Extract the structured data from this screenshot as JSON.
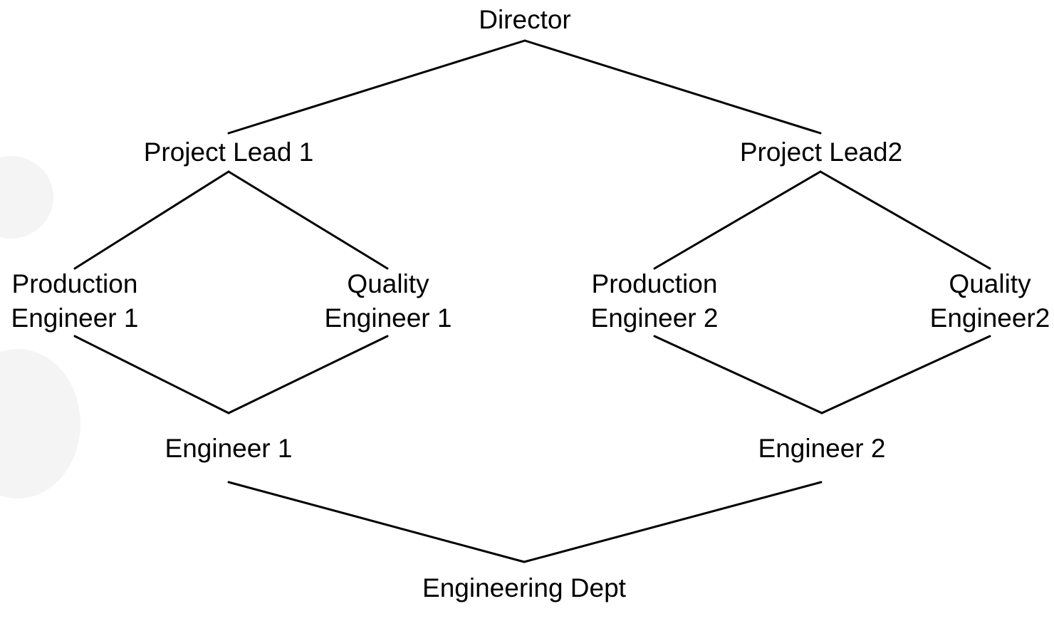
{
  "diagram": {
    "type": "hierarchy",
    "nodes": {
      "director": {
        "lines": [
          "Director"
        ]
      },
      "lead1": {
        "lines": [
          "Project Lead 1"
        ]
      },
      "lead2": {
        "lines": [
          "Project Lead2"
        ]
      },
      "prod1": {
        "lines": [
          "Production",
          "Engineer 1"
        ]
      },
      "qual1": {
        "lines": [
          "Quality",
          "Engineer 1"
        ]
      },
      "prod2": {
        "lines": [
          "Production",
          "Engineer 2"
        ]
      },
      "qual2": {
        "lines": [
          "Quality",
          "Engineer2"
        ]
      },
      "eng1": {
        "lines": [
          "Engineer 1"
        ]
      },
      "eng2": {
        "lines": [
          "Engineer 2"
        ]
      },
      "dept": {
        "lines": [
          "Engineering Dept"
        ]
      }
    },
    "edges": [
      [
        "director",
        "lead1"
      ],
      [
        "director",
        "lead2"
      ],
      [
        "lead1",
        "prod1"
      ],
      [
        "lead1",
        "qual1"
      ],
      [
        "lead2",
        "prod2"
      ],
      [
        "lead2",
        "qual2"
      ],
      [
        "prod1",
        "eng1"
      ],
      [
        "qual1",
        "eng1"
      ],
      [
        "prod2",
        "eng2"
      ],
      [
        "qual2",
        "eng2"
      ],
      [
        "eng1",
        "dept"
      ],
      [
        "eng2",
        "dept"
      ]
    ]
  }
}
